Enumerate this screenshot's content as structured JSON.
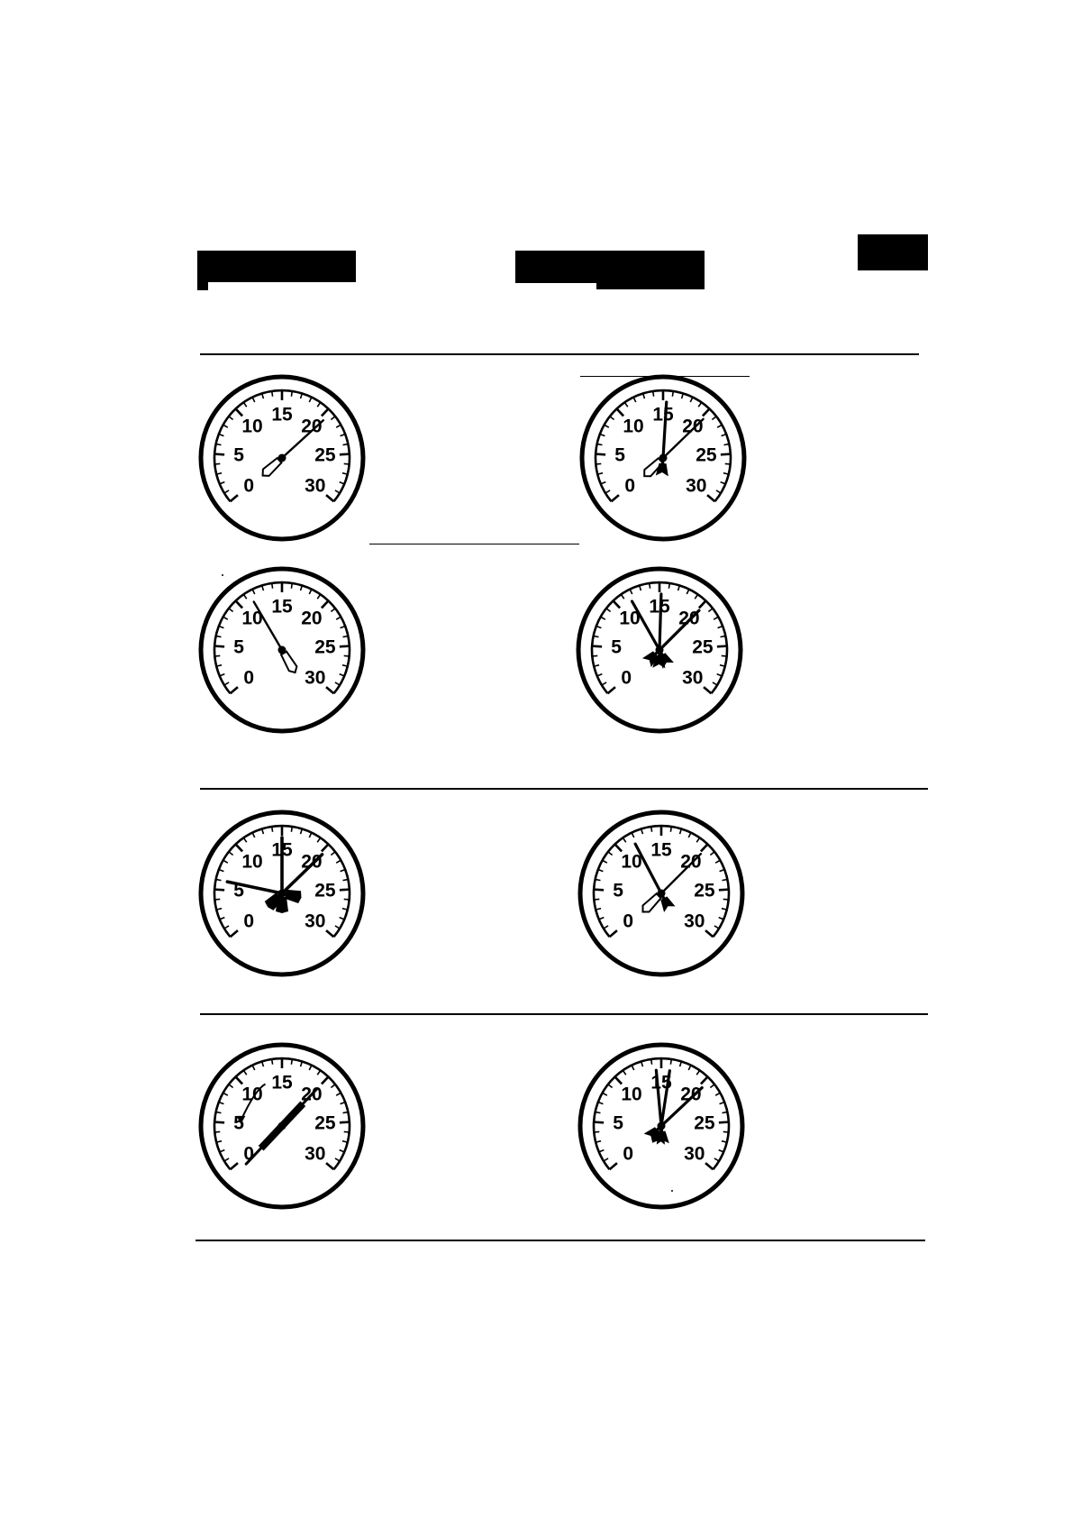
{
  "colors": {
    "ink": "#000000",
    "paper": "#ffffff"
  },
  "dial": {
    "scale_labels": [
      "0",
      "5",
      "10",
      "15",
      "20",
      "25",
      "30"
    ],
    "scale_min": 0,
    "scale_max": 30,
    "scale_unit": ""
  },
  "gauges": [
    {
      "name": "gauge-1",
      "hands": [
        {
          "value": 20.5,
          "style": "outline-long"
        }
      ]
    },
    {
      "name": "gauge-2",
      "hands": [
        {
          "value": 20.3,
          "style": "outline-long"
        },
        {
          "value": 15.4,
          "style": "solid-thin"
        }
      ]
    },
    {
      "name": "gauge-3",
      "hands": [
        {
          "value": 11.5,
          "style": "outline-long-reverse"
        }
      ]
    },
    {
      "name": "gauge-4",
      "hands": [
        {
          "value": 11.6,
          "style": "solid-thin"
        },
        {
          "value": 15.2,
          "style": "solid-thin"
        },
        {
          "value": 20.2,
          "style": "solid-thin"
        }
      ]
    },
    {
      "name": "gauge-5",
      "hands": [
        {
          "value": 6.0,
          "style": "solid-thick"
        },
        {
          "value": 15.0,
          "style": "solid-thick"
        },
        {
          "value": 20.3,
          "style": "solid-thick"
        }
      ]
    },
    {
      "name": "gauge-6",
      "hands": [
        {
          "value": 20.2,
          "style": "outline-long"
        },
        {
          "value": 11.8,
          "style": "solid-thin"
        }
      ]
    },
    {
      "name": "gauge-7",
      "hands": [
        {
          "value": 20.0,
          "style": "solid-bar"
        }
      ],
      "arrow": true
    },
    {
      "name": "gauge-8",
      "hands": [
        {
          "value": 14.4,
          "style": "solid-thin"
        },
        {
          "value": 16.0,
          "style": "solid-thin"
        },
        {
          "value": 20.4,
          "style": "solid-thin"
        }
      ]
    }
  ]
}
